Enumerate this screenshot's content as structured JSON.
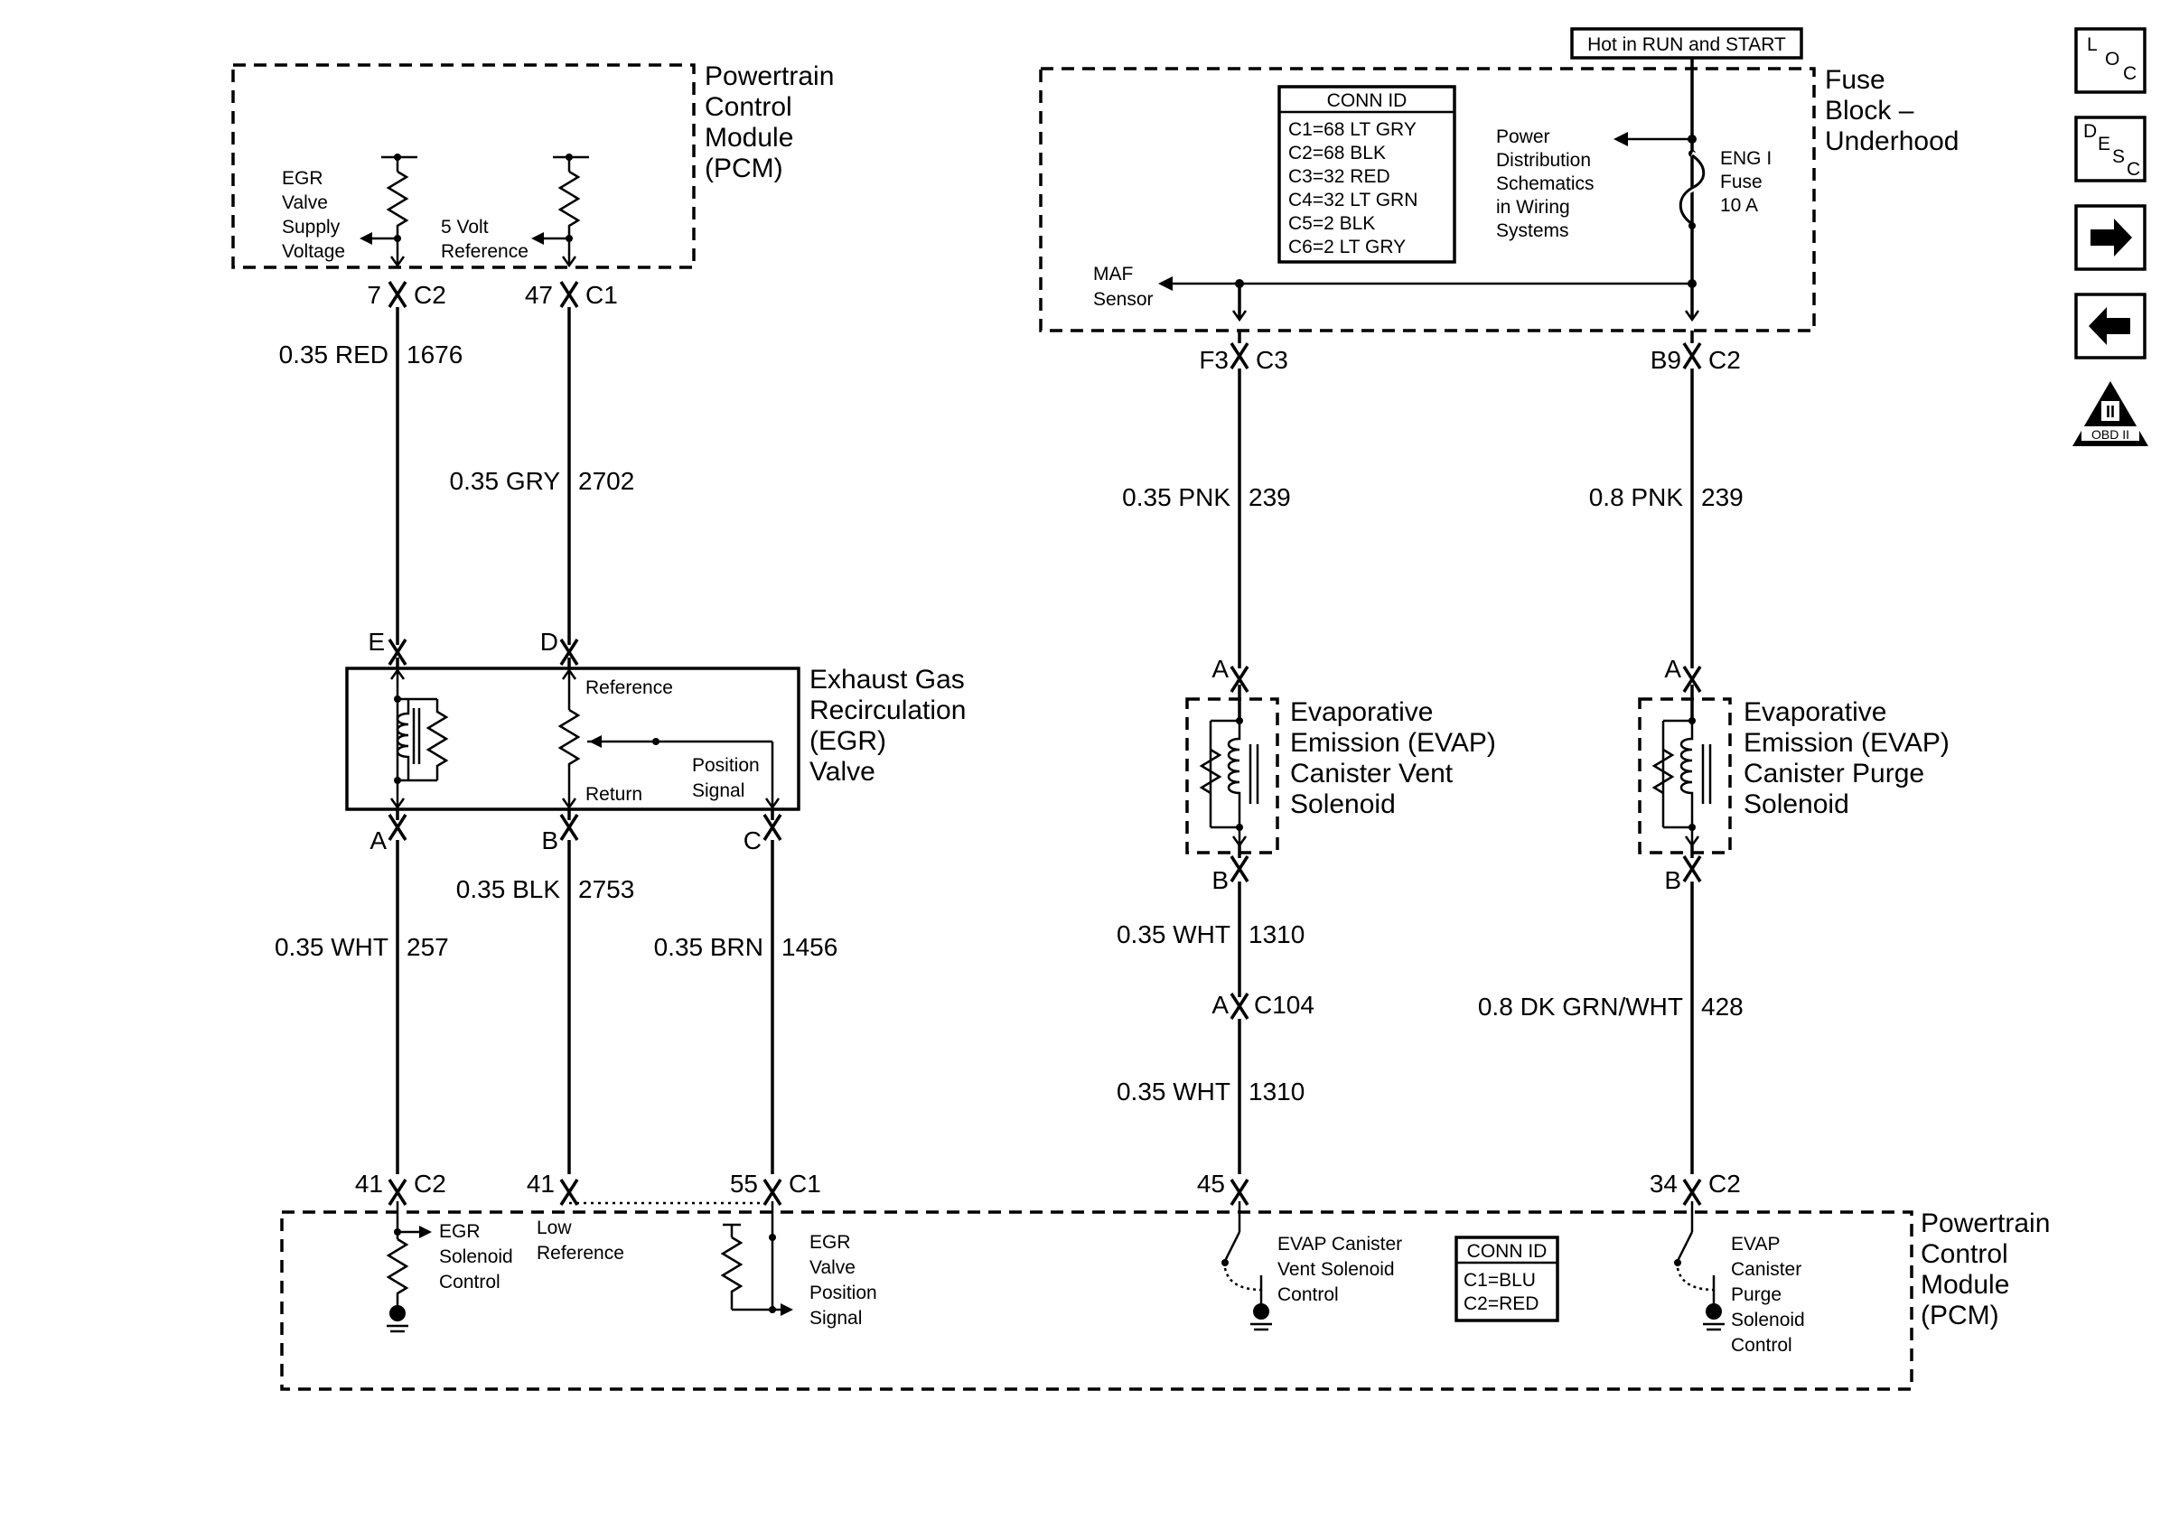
{
  "top_pcm": {
    "title": [
      "Powertrain",
      "Control",
      "Module",
      "(PCM)"
    ],
    "egr_supply": [
      "EGR",
      "Valve",
      "Supply",
      "Voltage"
    ],
    "ref_5v": [
      "5 Volt",
      "Reference"
    ]
  },
  "fuse_block": {
    "hot_label": "Hot in RUN and START",
    "title": [
      "Fuse",
      "Block –",
      "Underhood"
    ],
    "conn_title": "CONN ID",
    "conn": [
      "C1=68 LT GRY",
      "C2=68 BLK",
      "C3=32 RED",
      "C4=32 LT GRN",
      "C5=2 BLK",
      "C6=2 LT GRY"
    ],
    "power_dist": [
      "Power",
      "Distribution",
      "Schematics",
      "in Wiring",
      "Systems"
    ],
    "fuse": [
      "ENG I",
      "Fuse",
      "10 A"
    ],
    "maf": [
      "MAF",
      "Sensor"
    ]
  },
  "pins": {
    "p7": "7",
    "c2a": "C2",
    "p47": "47",
    "c1a": "C1",
    "f3": "F3",
    "c3": "C3",
    "b9": "B9",
    "c2b": "C2",
    "e": "E",
    "d": "D",
    "a1": "A",
    "b1": "B",
    "c": "C",
    "a2": "A",
    "a3": "A",
    "b2": "B",
    "b3": "B",
    "a104": "A",
    "c104": "C104",
    "p41a": "41",
    "c2c": "C2",
    "p41b": "41",
    "p55": "55",
    "c1b": "C1",
    "p45": "45",
    "p34": "34",
    "c2d": "C2"
  },
  "wires": {
    "red": "0.35 RED",
    "red_n": "1676",
    "gry": "0.35 GRY",
    "gry_n": "2702",
    "pnk1": "0.35 PNK",
    "pnk1_n": "239",
    "pnk2": "0.8 PNK",
    "pnk2_n": "239",
    "blk": "0.35 BLK",
    "blk_n": "2753",
    "wht": "0.35 WHT",
    "wht_n": "257",
    "brn": "0.35 BRN",
    "brn_n": "1456",
    "wht2": "0.35 WHT",
    "wht2_n": "1310",
    "wht3": "0.35 WHT",
    "wht3_n": "1310",
    "dkgrn": "0.8 DK GRN/WHT",
    "dkgrn_n": "428"
  },
  "egr_valve": {
    "title": [
      "Exhaust Gas",
      "Recirculation",
      "(EGR)",
      "Valve"
    ],
    "reference": "Reference",
    "return": "Return",
    "position": [
      "Position",
      "Signal"
    ]
  },
  "vent": {
    "title": [
      "Evaporative",
      "Emission (EVAP)",
      "Canister Vent",
      "Solenoid"
    ]
  },
  "purge": {
    "title": [
      "Evaporative",
      "Emission (EVAP)",
      "Canister Purge",
      "Solenoid"
    ]
  },
  "bottom_pcm": {
    "title": [
      "Powertrain",
      "Control",
      "Module",
      "(PCM)"
    ],
    "egr_sol": [
      "EGR",
      "Solenoid",
      "Control"
    ],
    "low_ref": [
      "Low",
      "Reference"
    ],
    "egr_pos": [
      "EGR",
      "Valve",
      "Position",
      "Signal"
    ],
    "vent_ctrl": [
      "EVAP Canister",
      "Vent Solenoid",
      "Control"
    ],
    "purge_ctrl": [
      "EVAP",
      "Canister",
      "Purge",
      "Solenoid",
      "Control"
    ],
    "conn_title": "CONN ID",
    "conn": [
      "C1=BLU",
      "C2=RED"
    ]
  },
  "nav": {
    "loc": [
      "L",
      "O",
      "C"
    ],
    "desc": [
      "D",
      "E",
      "S",
      "C"
    ],
    "obd": "OBD II",
    "obd_mark": "II"
  }
}
